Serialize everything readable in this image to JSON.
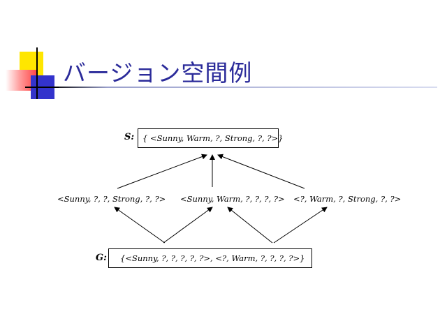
{
  "title": "バージョン空間例",
  "diagram": {
    "s_label": "S:",
    "s_set": "{ <Sunny, Warm, ?, Strong, ?, ?>}",
    "middle": [
      "<Sunny, ?, ?, Strong, ?, ?>",
      "<Sunny, Warm, ?, ?, ?, ?>",
      "<?, Warm, ?, Strong, ?, ?>"
    ],
    "g_label": "G:",
    "g_set": "{<Sunny, ?, ?, ?, ?, ?>, <?, Warm, ?, ?, ?, ?>}"
  },
  "colors": {
    "title": "#2b2b9a",
    "deco_yellow": "#ffe600",
    "deco_red": "#ff4040",
    "deco_blue": "#3333cc"
  }
}
